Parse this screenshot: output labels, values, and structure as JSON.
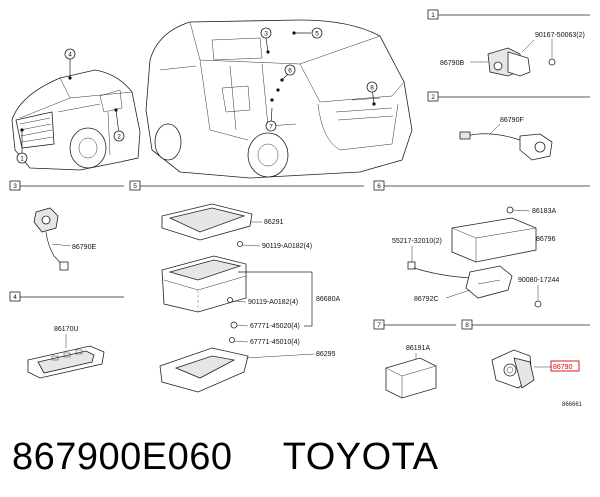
{
  "car_callouts": [
    "1",
    "2",
    "3",
    "4",
    "5",
    "6",
    "7",
    "8"
  ],
  "sections": {
    "s1": {
      "no": "1",
      "parts": [
        "90167-50063(2)",
        "86790B"
      ]
    },
    "s2": {
      "no": "2",
      "parts": [
        "86790F"
      ]
    },
    "s3": {
      "no": "3",
      "parts": [
        "86790E"
      ]
    },
    "s4": {
      "no": "4",
      "parts": [
        "86170U"
      ]
    },
    "s5": {
      "no": "5",
      "parts": [
        "86291",
        "90119-A0182(4)",
        "86680A",
        "90119-A0182(4)",
        "67771-45020(4)",
        "67771-45010(4)",
        "86295"
      ]
    },
    "s6": {
      "no": "6",
      "parts": [
        "86183A",
        "86796",
        "55217-32010(2)",
        "90080-17244",
        "86792C"
      ]
    },
    "s7": {
      "no": "7",
      "parts": [
        "86191A"
      ]
    },
    "s8": {
      "no": "8",
      "parts": [
        "86790"
      ]
    }
  },
  "ref_code": "866661",
  "caption": {
    "part_number": "867900E060",
    "brand": "TOYOTA"
  },
  "colors": {
    "highlight": "#d60000",
    "line": "#222222"
  }
}
